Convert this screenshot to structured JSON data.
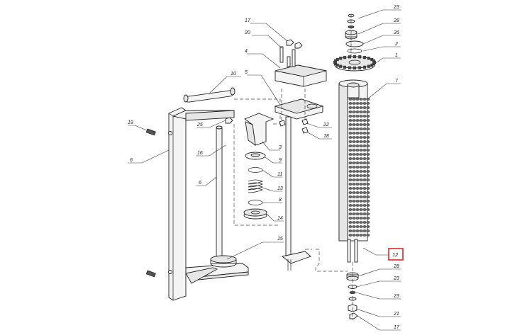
{
  "callouts": [
    {
      "id": "c23a",
      "text": "23"
    },
    {
      "id": "c28a",
      "text": "28"
    },
    {
      "id": "c26",
      "text": "26"
    },
    {
      "id": "c2",
      "text": "2"
    },
    {
      "id": "c1",
      "text": "1"
    },
    {
      "id": "c7",
      "text": "7"
    },
    {
      "id": "c17a",
      "text": "17"
    },
    {
      "id": "c20",
      "text": "20"
    },
    {
      "id": "c4",
      "text": "4"
    },
    {
      "id": "c10",
      "text": "10"
    },
    {
      "id": "c5",
      "text": "5"
    },
    {
      "id": "c19",
      "text": "19"
    },
    {
      "id": "c25",
      "text": "25"
    },
    {
      "id": "c22",
      "text": "22"
    },
    {
      "id": "c18",
      "text": "18"
    },
    {
      "id": "c6a",
      "text": "6"
    },
    {
      "id": "c16",
      "text": "16"
    },
    {
      "id": "c3",
      "text": "3"
    },
    {
      "id": "c9",
      "text": "9"
    },
    {
      "id": "c11",
      "text": "11"
    },
    {
      "id": "c6b",
      "text": "6"
    },
    {
      "id": "c13",
      "text": "13"
    },
    {
      "id": "c8",
      "text": "8"
    },
    {
      "id": "c14",
      "text": "14"
    },
    {
      "id": "c15",
      "text": "15"
    },
    {
      "id": "c28b",
      "text": "28"
    },
    {
      "id": "c23b",
      "text": "23"
    },
    {
      "id": "c23c",
      "text": "23"
    },
    {
      "id": "c21",
      "text": "21"
    },
    {
      "id": "c17b",
      "text": "17"
    }
  ],
  "highlighted": {
    "text": "12",
    "color": "#e0262a"
  }
}
